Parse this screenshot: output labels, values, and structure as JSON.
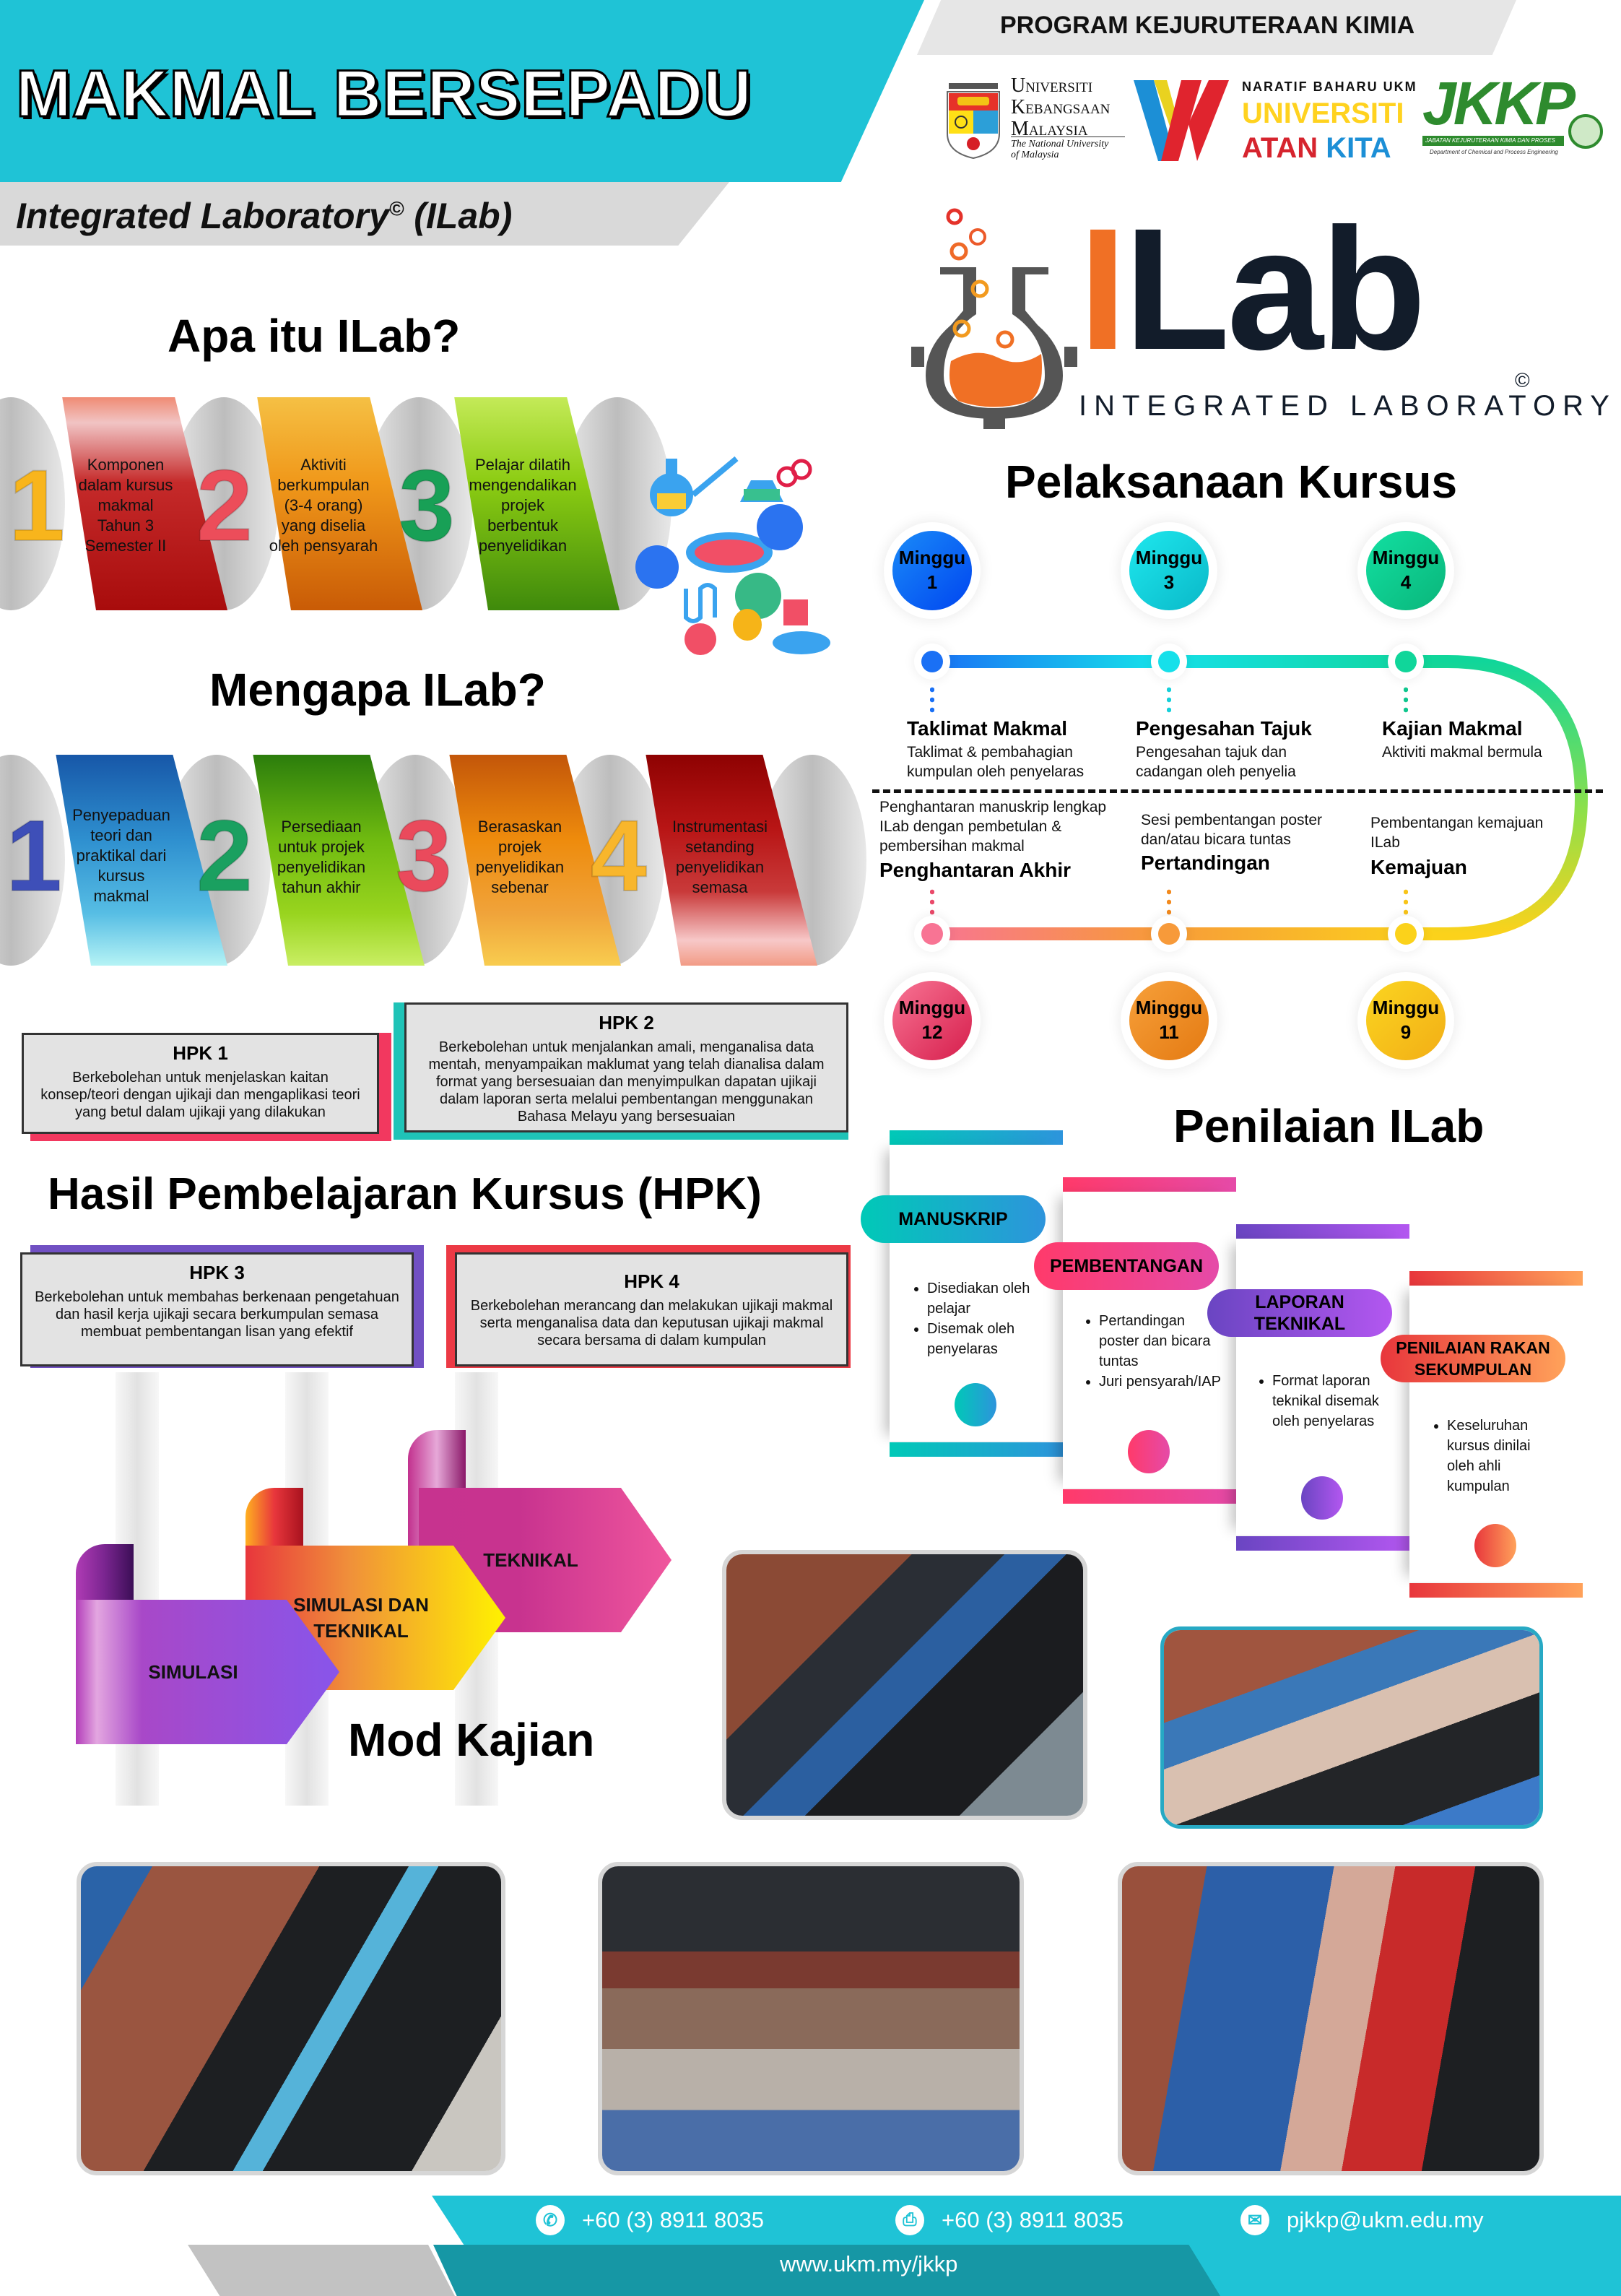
{
  "header": {
    "title": "MAKMAL BERSEPADU",
    "subtitle": "Integrated Laboratory",
    "subtitle_mark": "©",
    "subtitle_suffix": " (ILab)",
    "program": "PROGRAM KEJURUTERAAN KIMIA"
  },
  "logos": {
    "ukm": {
      "line1_cap": "U",
      "line1": "NIVERSITI",
      "line2_cap": "K",
      "line2": "EBANGSAAN",
      "line3_cap": "M",
      "line3": "ALAYSIA",
      "tagline1": "The National University",
      "tagline2": "of Malaysia"
    },
    "uwk": {
      "naratif": "NARATIF BAHARU UKM",
      "universiti": "UNIVERSITI",
      "watan": "ATAN",
      "kita": " KITA",
      "w": "W"
    },
    "jkkp": {
      "name": "JKKP",
      "full": "JABATAN KEJURUTERAAN KIMIA DAN PROSES",
      "dept": "Department of Chemical and Process Engineering"
    },
    "ilab": {
      "i": "I",
      "lab": "Lab",
      "tagline": "INTEGRATED LABORATORY",
      "copyright": "©"
    }
  },
  "apa_itu": {
    "title": "Apa itu ILab?",
    "items": [
      {
        "num": "1",
        "text": "Komponen dalam kursus makmal Tahun 3 Semester II"
      },
      {
        "num": "2",
        "text": "Aktiviti berkumpulan (3-4 orang) yang diselia oleh pensyarah"
      },
      {
        "num": "3",
        "text": "Pelajar dilatih mengendalikan projek berbentuk penyelidikan"
      }
    ]
  },
  "mengapa": {
    "title": "Mengapa ILab?",
    "items": [
      {
        "num": "1",
        "text": "Penyepaduan teori dan praktikal dari kursus makmal"
      },
      {
        "num": "2",
        "text": "Persediaan untuk projek penyelidikan tahun akhir"
      },
      {
        "num": "3",
        "text": "Berasaskan projek penyelidikan sebenar"
      },
      {
        "num": "4",
        "text": "Instrumentasi setanding penyelidikan semasa"
      }
    ]
  },
  "hpk": {
    "title": "Hasil Pembelajaran Kursus (HPK)",
    "items": [
      {
        "title": "HPK 1",
        "text": "Berkebolehan untuk menjelaskan kaitan konsep/teori dengan ujikaji dan mengaplikasi teori yang betul dalam ujikaji yang dilakukan"
      },
      {
        "title": "HPK 2",
        "text": "Berkebolehan untuk menjalankan amali, menganalisa data mentah, menyampaikan maklumat yang telah dianalisa dalam format yang bersesuaian dan menyimpulkan dapatan ujikaji dalam laporan serta melalui pembentangan menggunakan Bahasa Melayu yang bersesuaian"
      },
      {
        "title": "HPK 3",
        "text": "Berkebolehan untuk membahas berkenaan pengetahuan dan hasil kerja ujikaji secara berkumpulan semasa membuat pembentangan lisan yang efektif"
      },
      {
        "title": "HPK 4",
        "text": "Berkebolehan merancang dan melakukan ujikaji makmal serta menganalisa data dan keputusan ujikaji makmal secara bersama di dalam kumpulan"
      }
    ]
  },
  "pelaksanaan": {
    "title": "Pelaksanaan Kursus",
    "top": [
      {
        "week_label": "Minggu",
        "week": "1",
        "head": "Taklimat Makmal",
        "desc": "Taklimat & pembahagian kumpulan oleh penyelaras",
        "color": "#0a5cf5"
      },
      {
        "week_label": "Minggu",
        "week": "3",
        "head": "Pengesahan Tajuk",
        "desc": "Pengesahan tajuk dan cadangan oleh penyelia",
        "color": "#17d3dc"
      },
      {
        "week_label": "Minggu",
        "week": "4",
        "head": "Kajian Makmal",
        "desc": "Aktiviti makmal bermula",
        "color": "#12c98f"
      }
    ],
    "bottom": [
      {
        "week_label": "Minggu",
        "week": "12",
        "head": "Penghantaran Akhir",
        "desc": "Penghantaran manuskrip lengkap ILab dengan pembetulan & pembersihan makmal",
        "color": "#ea3a66"
      },
      {
        "week_label": "Minggu",
        "week": "11",
        "head": "Pertandingan",
        "desc": "Sesi pembentangan poster dan/atau bicara tuntas",
        "color": "#f28a1e"
      },
      {
        "week_label": "Minggu",
        "week": "9",
        "head": "Kemajuan",
        "desc": "Pembentangan kemajuan ILab",
        "color": "#f8c419"
      }
    ]
  },
  "penilaian": {
    "title": "Penilaian ILab",
    "items": [
      {
        "label": "MANUSKRIP",
        "points": [
          "Disediakan oleh pelajar",
          "Disemak oleh penyelaras"
        ],
        "color_a": "#00c9b7",
        "color_b": "#2d94dc"
      },
      {
        "label": "PEMBENTANGAN",
        "points": [
          "Pertandingan poster dan bicara tuntas",
          "Juri pensyarah/IAP"
        ],
        "color_a": "#ff3a6a",
        "color_b": "#e54aa8"
      },
      {
        "label": "LAPORAN TEKNIKAL",
        "points": [
          "Format laporan teknikal disemak oleh penyelaras"
        ],
        "color_a": "#6a45c2",
        "color_b": "#b357f0"
      },
      {
        "label": "PENILAIAN RAKAN SEKUMPULAN",
        "points": [
          "Keseluruhan kursus dinilai oleh ahli kumpulan"
        ],
        "color_a": "#e8363c",
        "color_b": "#ffa25a"
      }
    ]
  },
  "mod_kajian": {
    "title": "Mod Kajian",
    "items": [
      "SIMULASI",
      "SIMULASI DAN TEKNIKAL",
      "TEKNIKAL"
    ]
  },
  "footer": {
    "phone": "+60 (3) 8911 8035",
    "fax": "+60 (3) 8911 8035",
    "email": "pjkkp@ukm.edu.my",
    "website": "www.ukm.my/jkkp",
    "icons": [
      "phone-icon",
      "fax-icon",
      "email-icon"
    ]
  }
}
